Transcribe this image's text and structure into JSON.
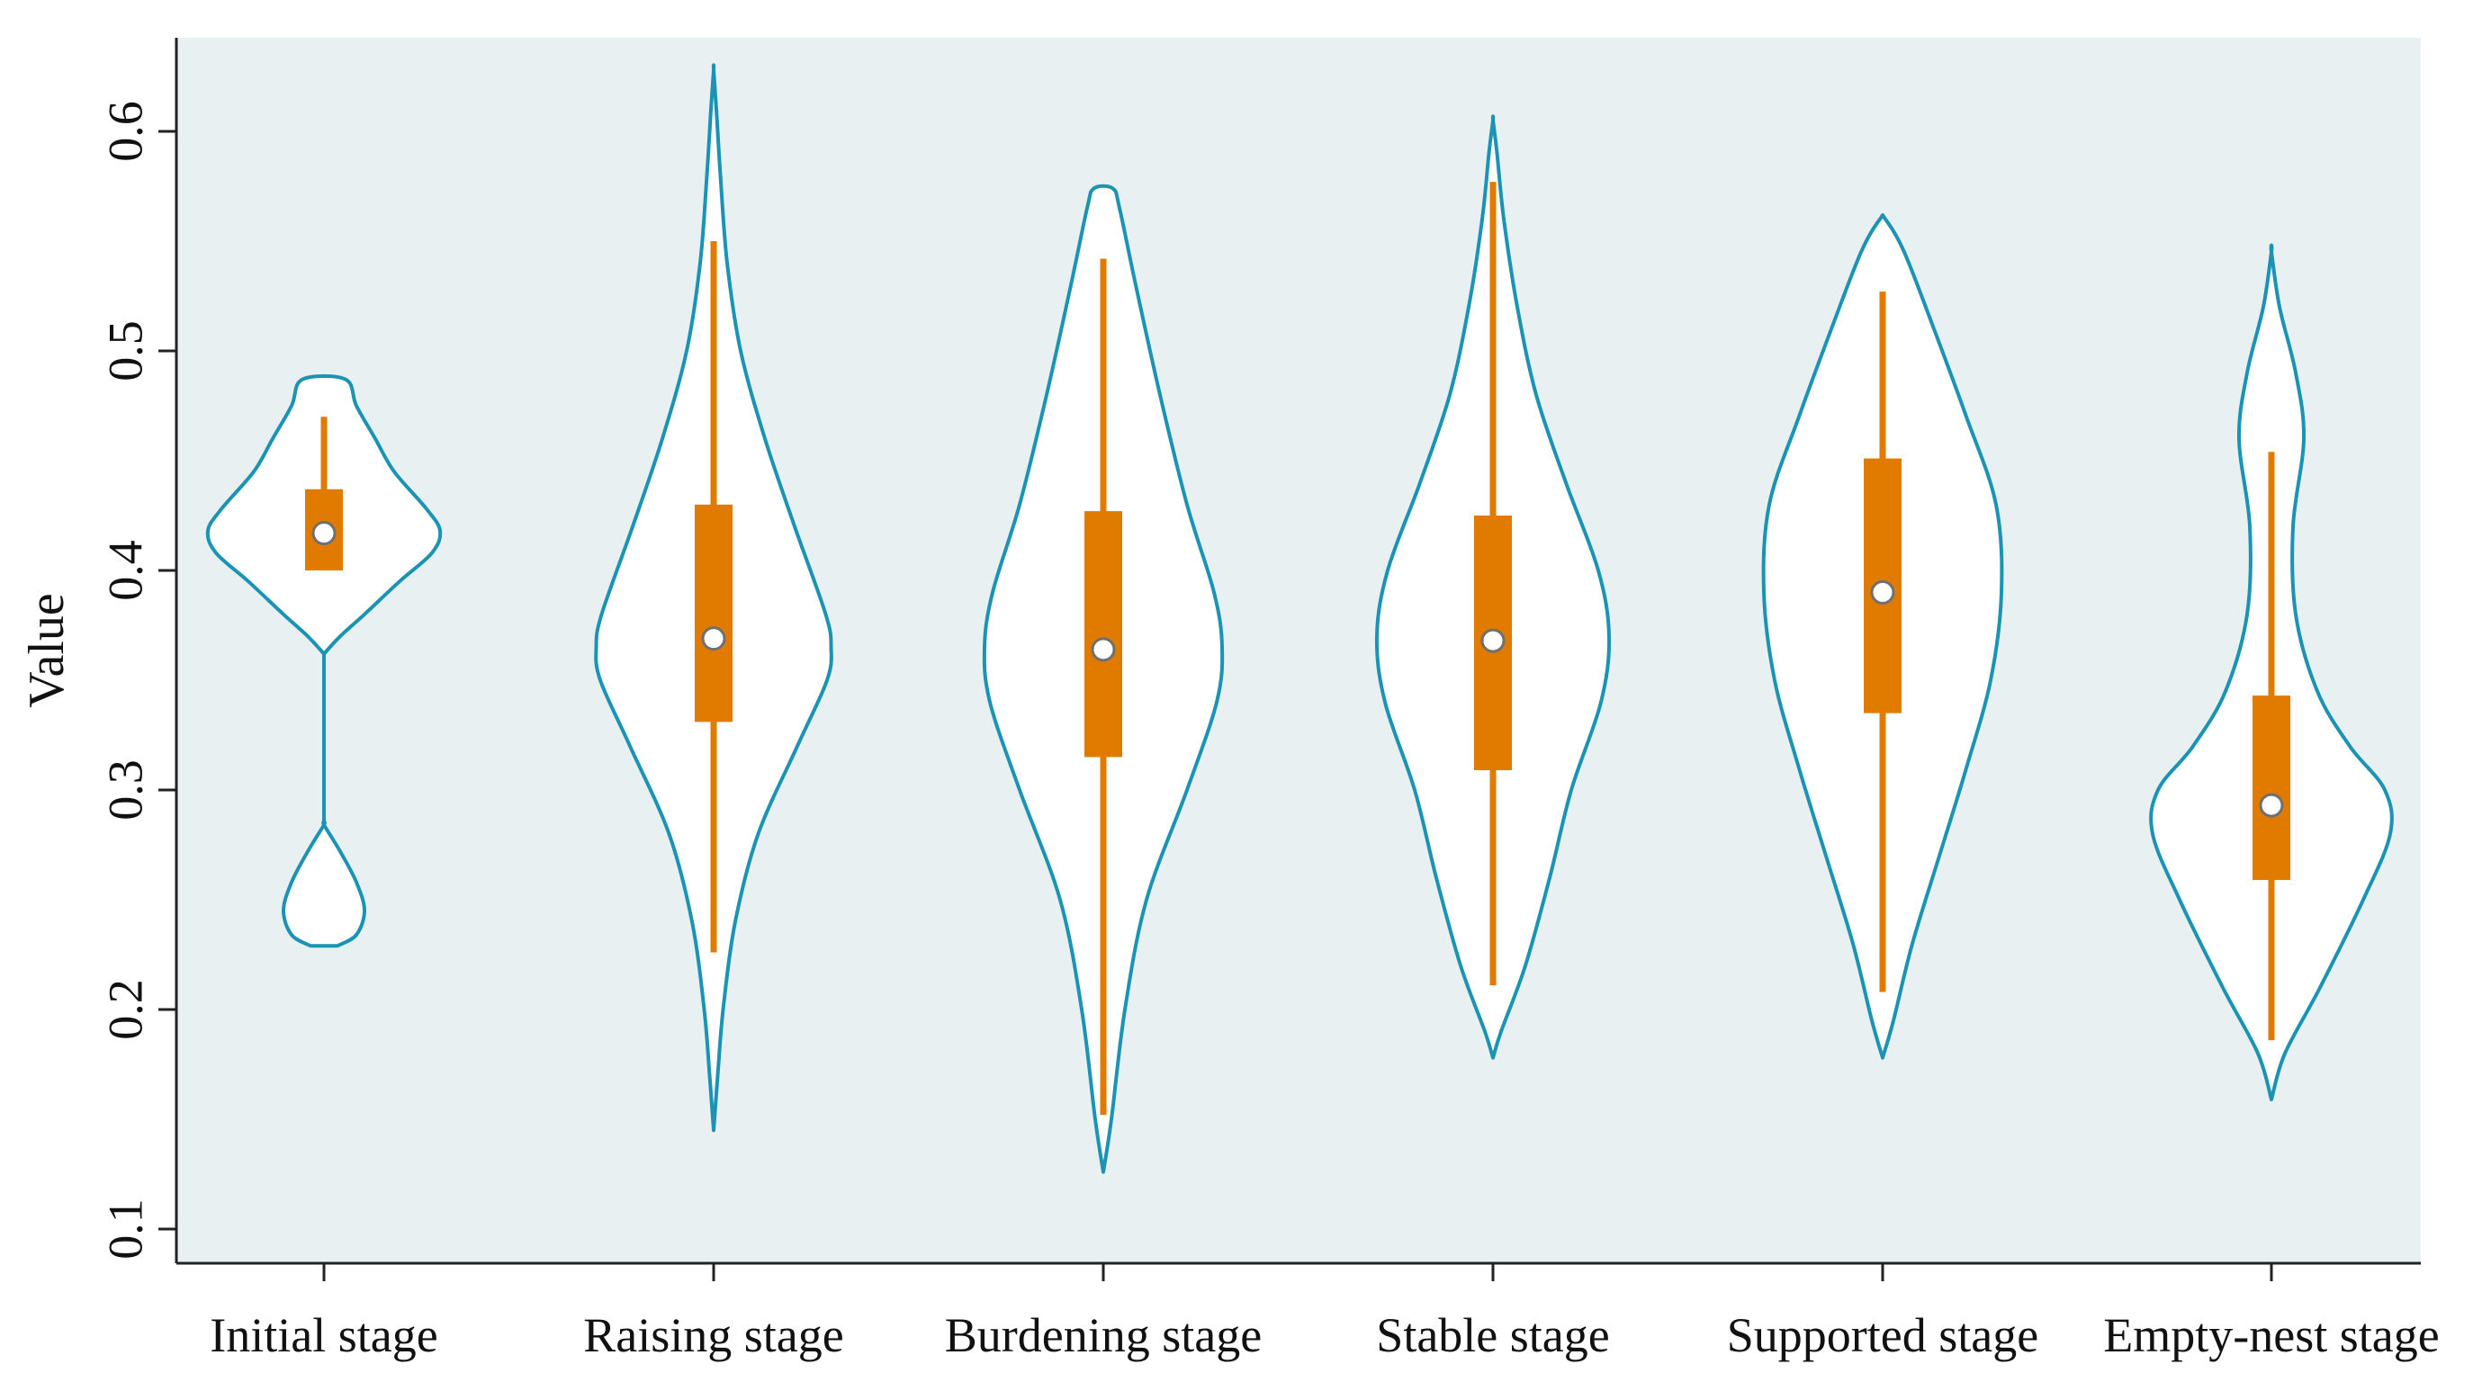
{
  "chart_data": {
    "type": "violin",
    "xlabel": "",
    "ylabel": "Value",
    "ylim": [
      0.1,
      0.63
    ],
    "yticks": [
      0.1,
      0.2,
      0.3,
      0.4,
      0.5,
      0.6
    ],
    "ytick_labels": [
      "0.1",
      "0.2",
      "0.3",
      "0.4",
      "0.5",
      "0.6"
    ],
    "grid": false,
    "categories": [
      "Initial stage",
      "Raising stage",
      "Burdening stage",
      "Stable stage",
      "Supported stage",
      "Empty-nest stage"
    ],
    "series": [
      {
        "category": "Initial stage",
        "median": 0.417,
        "q1": 0.4,
        "q3": 0.437,
        "whisker_low": 0.4,
        "whisker_high": 0.47,
        "density": [
          [
            0.229,
            0.1
          ],
          [
            0.234,
            0.24
          ],
          [
            0.245,
            0.3
          ],
          [
            0.258,
            0.24
          ],
          [
            0.272,
            0.12
          ],
          [
            0.284,
            0.0
          ],
          [
            0.362,
            0.0
          ],
          [
            0.37,
            0.12
          ],
          [
            0.38,
            0.3
          ],
          [
            0.395,
            0.56
          ],
          [
            0.408,
            0.8
          ],
          [
            0.418,
            0.86
          ],
          [
            0.428,
            0.76
          ],
          [
            0.445,
            0.52
          ],
          [
            0.46,
            0.38
          ],
          [
            0.475,
            0.24
          ],
          [
            0.487,
            0.16
          ]
        ]
      },
      {
        "category": "Raising stage",
        "median": 0.369,
        "q1": 0.331,
        "q3": 0.43,
        "whisker_low": 0.226,
        "whisker_high": 0.55,
        "density": [
          [
            0.145,
            0.0
          ],
          [
            0.17,
            0.03
          ],
          [
            0.2,
            0.07
          ],
          [
            0.24,
            0.16
          ],
          [
            0.28,
            0.33
          ],
          [
            0.32,
            0.62
          ],
          [
            0.35,
            0.84
          ],
          [
            0.365,
            0.87
          ],
          [
            0.38,
            0.83
          ],
          [
            0.42,
            0.6
          ],
          [
            0.46,
            0.38
          ],
          [
            0.5,
            0.2
          ],
          [
            0.54,
            0.1
          ],
          [
            0.58,
            0.05
          ],
          [
            0.61,
            0.02
          ],
          [
            0.628,
            0.0
          ]
        ]
      },
      {
        "category": "Burdening stage",
        "median": 0.364,
        "q1": 0.315,
        "q3": 0.427,
        "whisker_low": 0.152,
        "whisker_high": 0.542,
        "density": [
          [
            0.126,
            0.0
          ],
          [
            0.15,
            0.06
          ],
          [
            0.2,
            0.16
          ],
          [
            0.25,
            0.32
          ],
          [
            0.3,
            0.62
          ],
          [
            0.34,
            0.84
          ],
          [
            0.365,
            0.88
          ],
          [
            0.39,
            0.82
          ],
          [
            0.43,
            0.62
          ],
          [
            0.48,
            0.42
          ],
          [
            0.53,
            0.24
          ],
          [
            0.565,
            0.12
          ],
          [
            0.574,
            0.07
          ]
        ]
      },
      {
        "category": "Stable stage",
        "median": 0.368,
        "q1": 0.309,
        "q3": 0.425,
        "whisker_low": 0.211,
        "whisker_high": 0.577,
        "density": [
          [
            0.178,
            0.0
          ],
          [
            0.19,
            0.06
          ],
          [
            0.22,
            0.24
          ],
          [
            0.26,
            0.42
          ],
          [
            0.3,
            0.58
          ],
          [
            0.34,
            0.8
          ],
          [
            0.37,
            0.86
          ],
          [
            0.4,
            0.78
          ],
          [
            0.44,
            0.54
          ],
          [
            0.48,
            0.32
          ],
          [
            0.52,
            0.18
          ],
          [
            0.56,
            0.08
          ],
          [
            0.59,
            0.03
          ],
          [
            0.605,
            0.0
          ]
        ]
      },
      {
        "category": "Supported stage",
        "median": 0.39,
        "q1": 0.335,
        "q3": 0.451,
        "whisker_low": 0.208,
        "whisker_high": 0.527,
        "density": [
          [
            0.178,
            0.0
          ],
          [
            0.195,
            0.08
          ],
          [
            0.23,
            0.22
          ],
          [
            0.27,
            0.42
          ],
          [
            0.31,
            0.62
          ],
          [
            0.35,
            0.8
          ],
          [
            0.39,
            0.88
          ],
          [
            0.43,
            0.84
          ],
          [
            0.47,
            0.62
          ],
          [
            0.51,
            0.38
          ],
          [
            0.545,
            0.16
          ],
          [
            0.56,
            0.02
          ]
        ]
      },
      {
        "category": "Empty-nest stage",
        "median": 0.293,
        "q1": 0.259,
        "q3": 0.343,
        "whisker_low": 0.186,
        "whisker_high": 0.454,
        "density": [
          [
            0.159,
            0.0
          ],
          [
            0.18,
            0.1
          ],
          [
            0.21,
            0.36
          ],
          [
            0.25,
            0.68
          ],
          [
            0.28,
            0.88
          ],
          [
            0.3,
            0.84
          ],
          [
            0.32,
            0.58
          ],
          [
            0.345,
            0.34
          ],
          [
            0.38,
            0.18
          ],
          [
            0.42,
            0.16
          ],
          [
            0.46,
            0.24
          ],
          [
            0.49,
            0.18
          ],
          [
            0.52,
            0.06
          ],
          [
            0.545,
            0.0
          ]
        ]
      }
    ],
    "colors": {
      "background": "#e8f0f2",
      "violin_outline": "#1a93b5",
      "violin_fill": "#ffffff",
      "box": "#e07b00",
      "median_marker": "#ffffff",
      "median_outline": "#6f6f6f",
      "axis": "#222222"
    }
  }
}
